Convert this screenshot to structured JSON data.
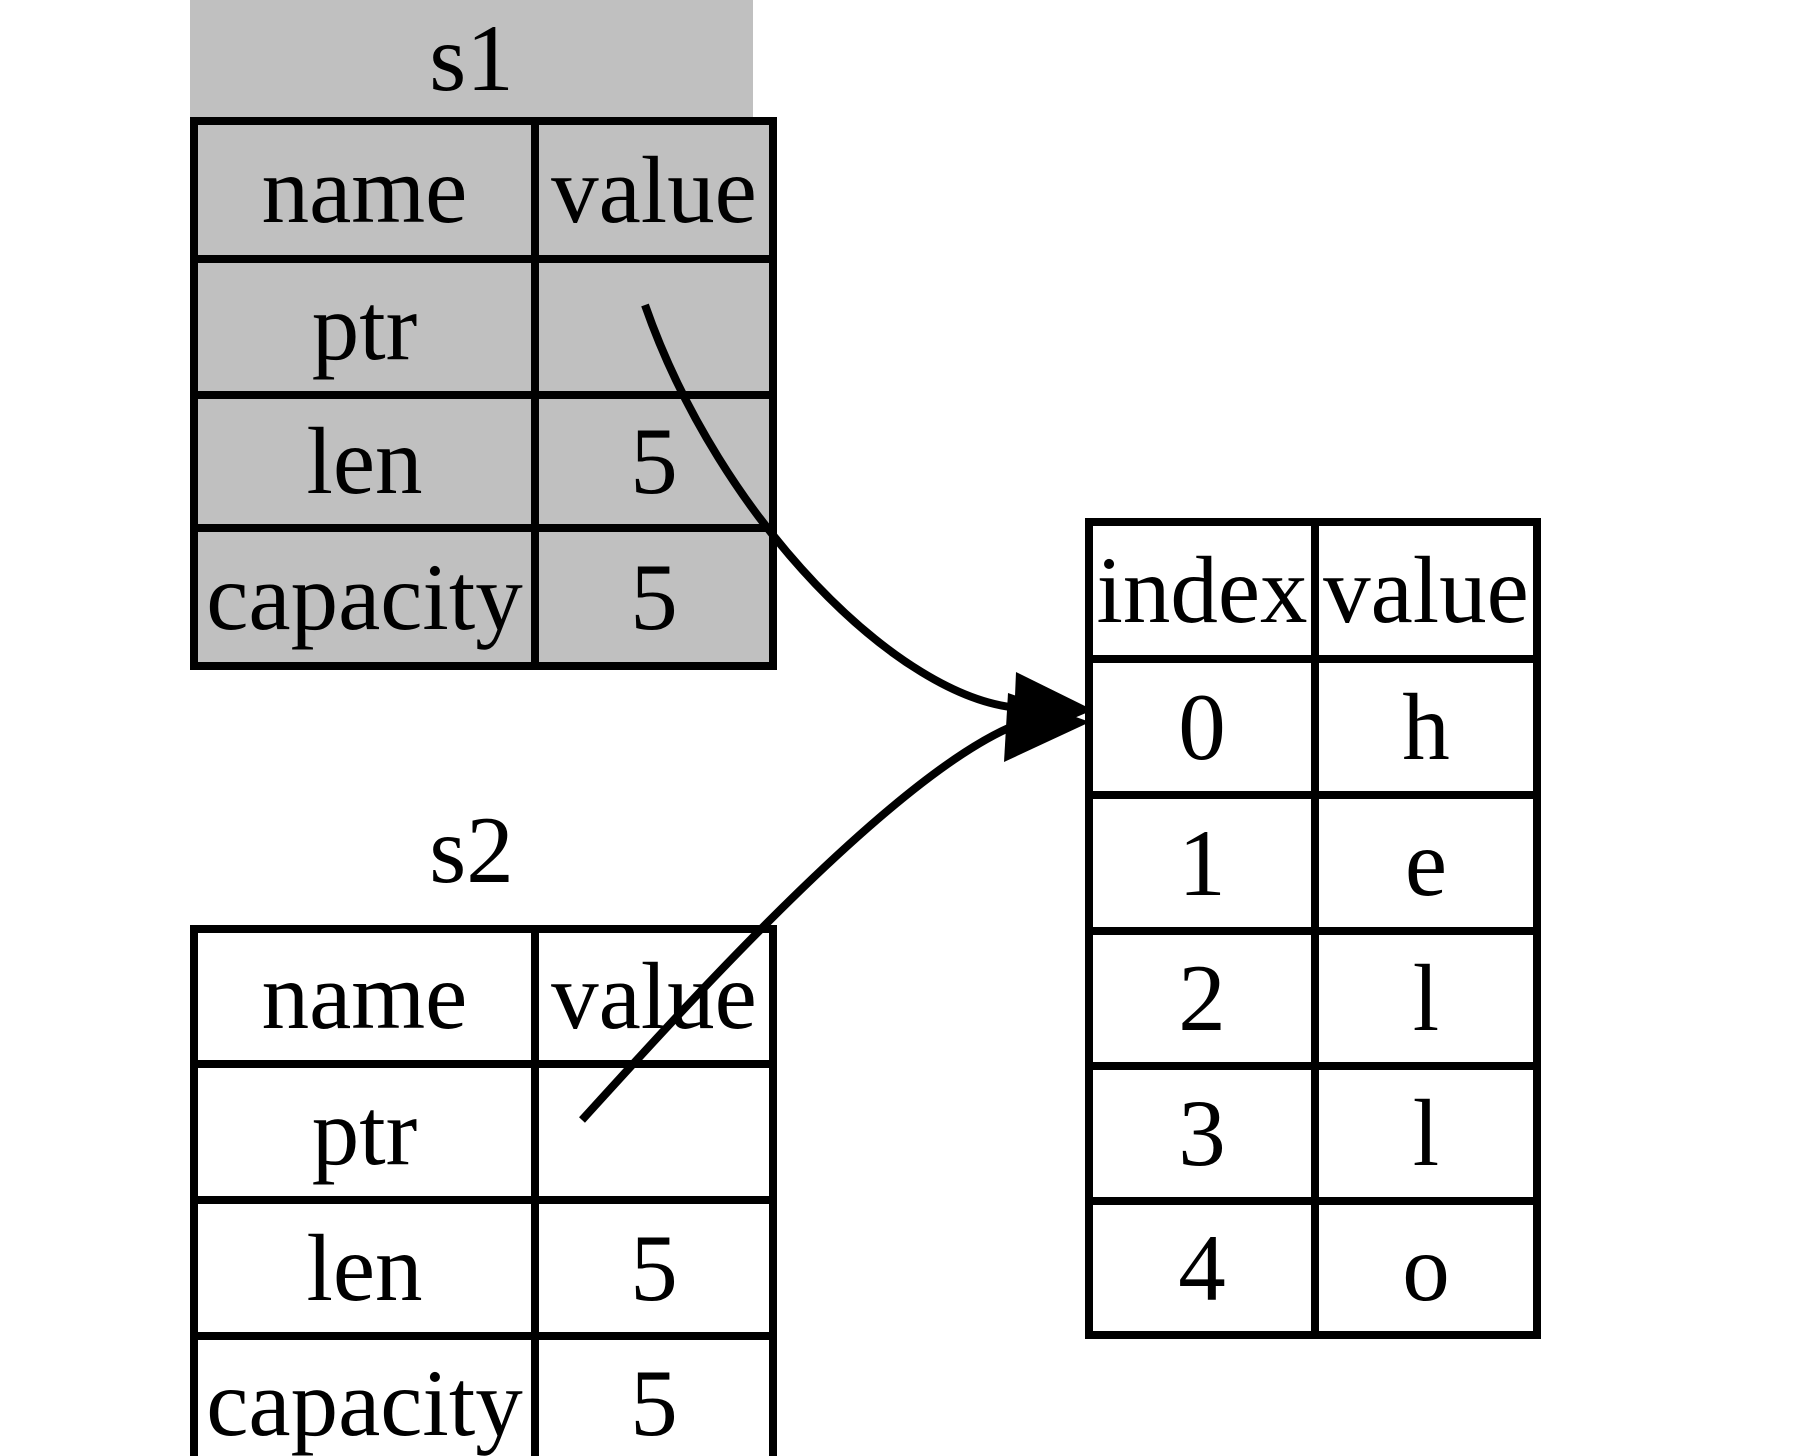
{
  "s1": {
    "label": "s1",
    "columns": {
      "name": "name",
      "value": "value"
    },
    "rows": [
      {
        "name": "ptr",
        "value": ""
      },
      {
        "name": "len",
        "value": "5"
      },
      {
        "name": "capacity",
        "value": "5"
      }
    ]
  },
  "s2": {
    "label": "s2",
    "columns": {
      "name": "name",
      "value": "value"
    },
    "rows": [
      {
        "name": "ptr",
        "value": ""
      },
      {
        "name": "len",
        "value": "5"
      },
      {
        "name": "capacity",
        "value": "5"
      }
    ]
  },
  "heap": {
    "columns": {
      "index": "index",
      "value": "value"
    },
    "rows": [
      {
        "index": "0",
        "value": "h"
      },
      {
        "index": "1",
        "value": "e"
      },
      {
        "index": "2",
        "value": "l"
      },
      {
        "index": "3",
        "value": "l"
      },
      {
        "index": "4",
        "value": "o"
      }
    ]
  },
  "colors": {
    "s1_fill": "#c0c0c0",
    "table_fill": "#ffffff",
    "border": "#000000",
    "arrow": "#000000"
  }
}
